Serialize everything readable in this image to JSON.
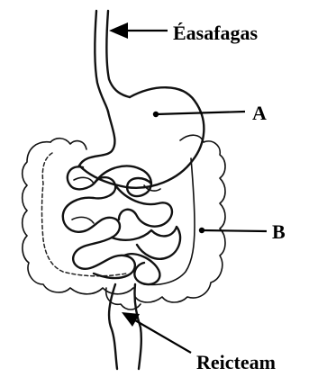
{
  "labels": {
    "oesophagus": "Éasafagas",
    "a": "A",
    "b": "B",
    "rectum": "Reicteam"
  }
}
